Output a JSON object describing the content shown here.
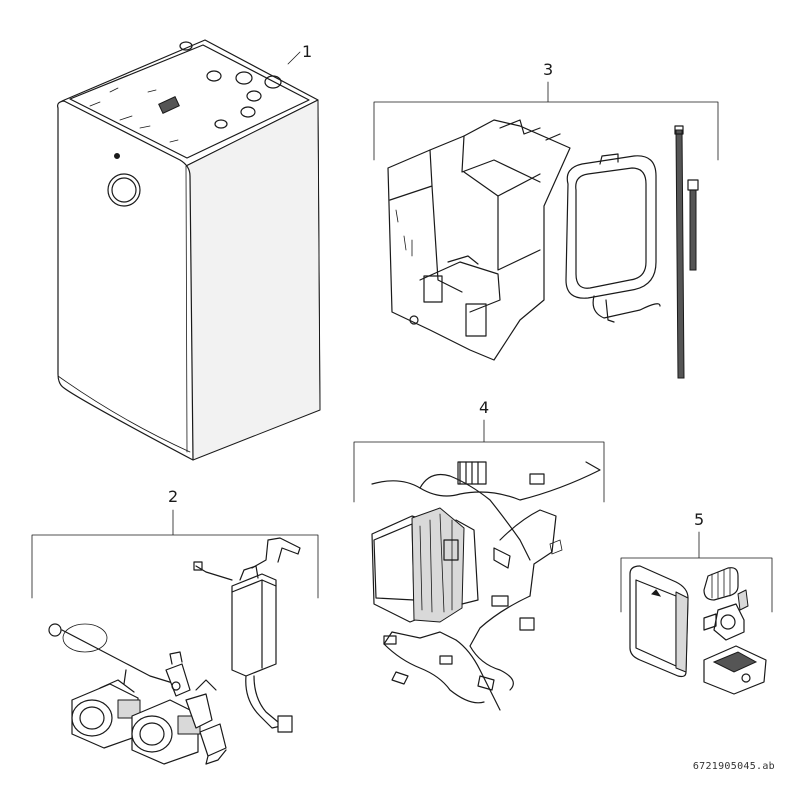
{
  "callouts": [
    "1",
    "2",
    "3",
    "4",
    "5"
  ],
  "reference_code": "6721905045.ab"
}
